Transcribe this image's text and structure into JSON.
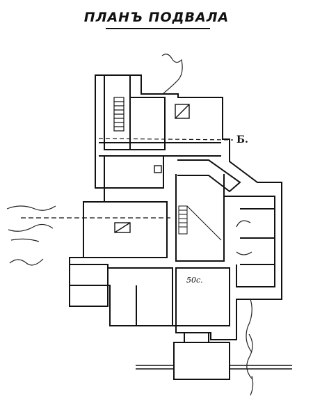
{
  "title": "ПЛАНЪ ПОДВАЛА",
  "section_marker": "Б.",
  "area_label": "50с."
}
